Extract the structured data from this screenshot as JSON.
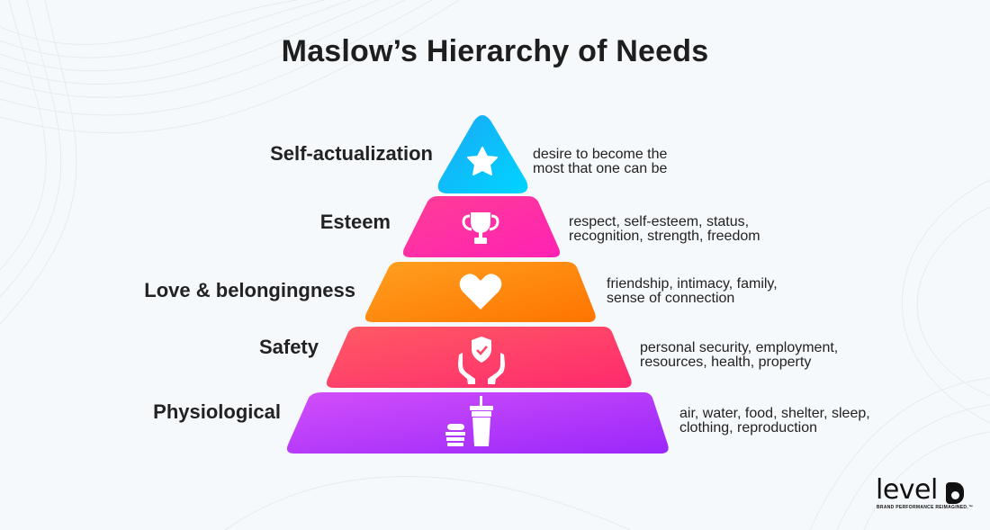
{
  "title": "Maslow’s Hierarchy of Needs",
  "levels": [
    {
      "name": "Self-actualization",
      "icon": "star-icon",
      "description_lines": [
        "desire to become the",
        "most that one can be"
      ],
      "color_start": "#1aa9f5",
      "color_end": "#00d4ff"
    },
    {
      "name": "Esteem",
      "icon": "trophy-icon",
      "description_lines": [
        "respect, self-esteem, status,",
        "recognition, strength, freedom"
      ],
      "color_start": "#ff3d96",
      "color_end": "#ff22b4"
    },
    {
      "name": "Love & belongingness",
      "icon": "heart-icon",
      "description_lines": [
        "friendship, intimacy, family,",
        "sense of connection"
      ],
      "color_start": "#ffa020",
      "color_end": "#ff7400"
    },
    {
      "name": "Safety",
      "icon": "shield-hands-icon",
      "description_lines": [
        "personal security, employment,",
        "resources, health, property"
      ],
      "color_start": "#ff5a64",
      "color_end": "#ff2a6e"
    },
    {
      "name": "Physiological",
      "icon": "food-drink-icon",
      "description_lines": [
        "air, water, food, shelter, sleep,",
        "clothing, reproduction"
      ],
      "color_start": "#d24ef9",
      "color_end": "#9a28fb"
    }
  ],
  "logo": {
    "word": "level",
    "tagline": "BRAND PERFORMANCE REIMAGINED.™"
  }
}
